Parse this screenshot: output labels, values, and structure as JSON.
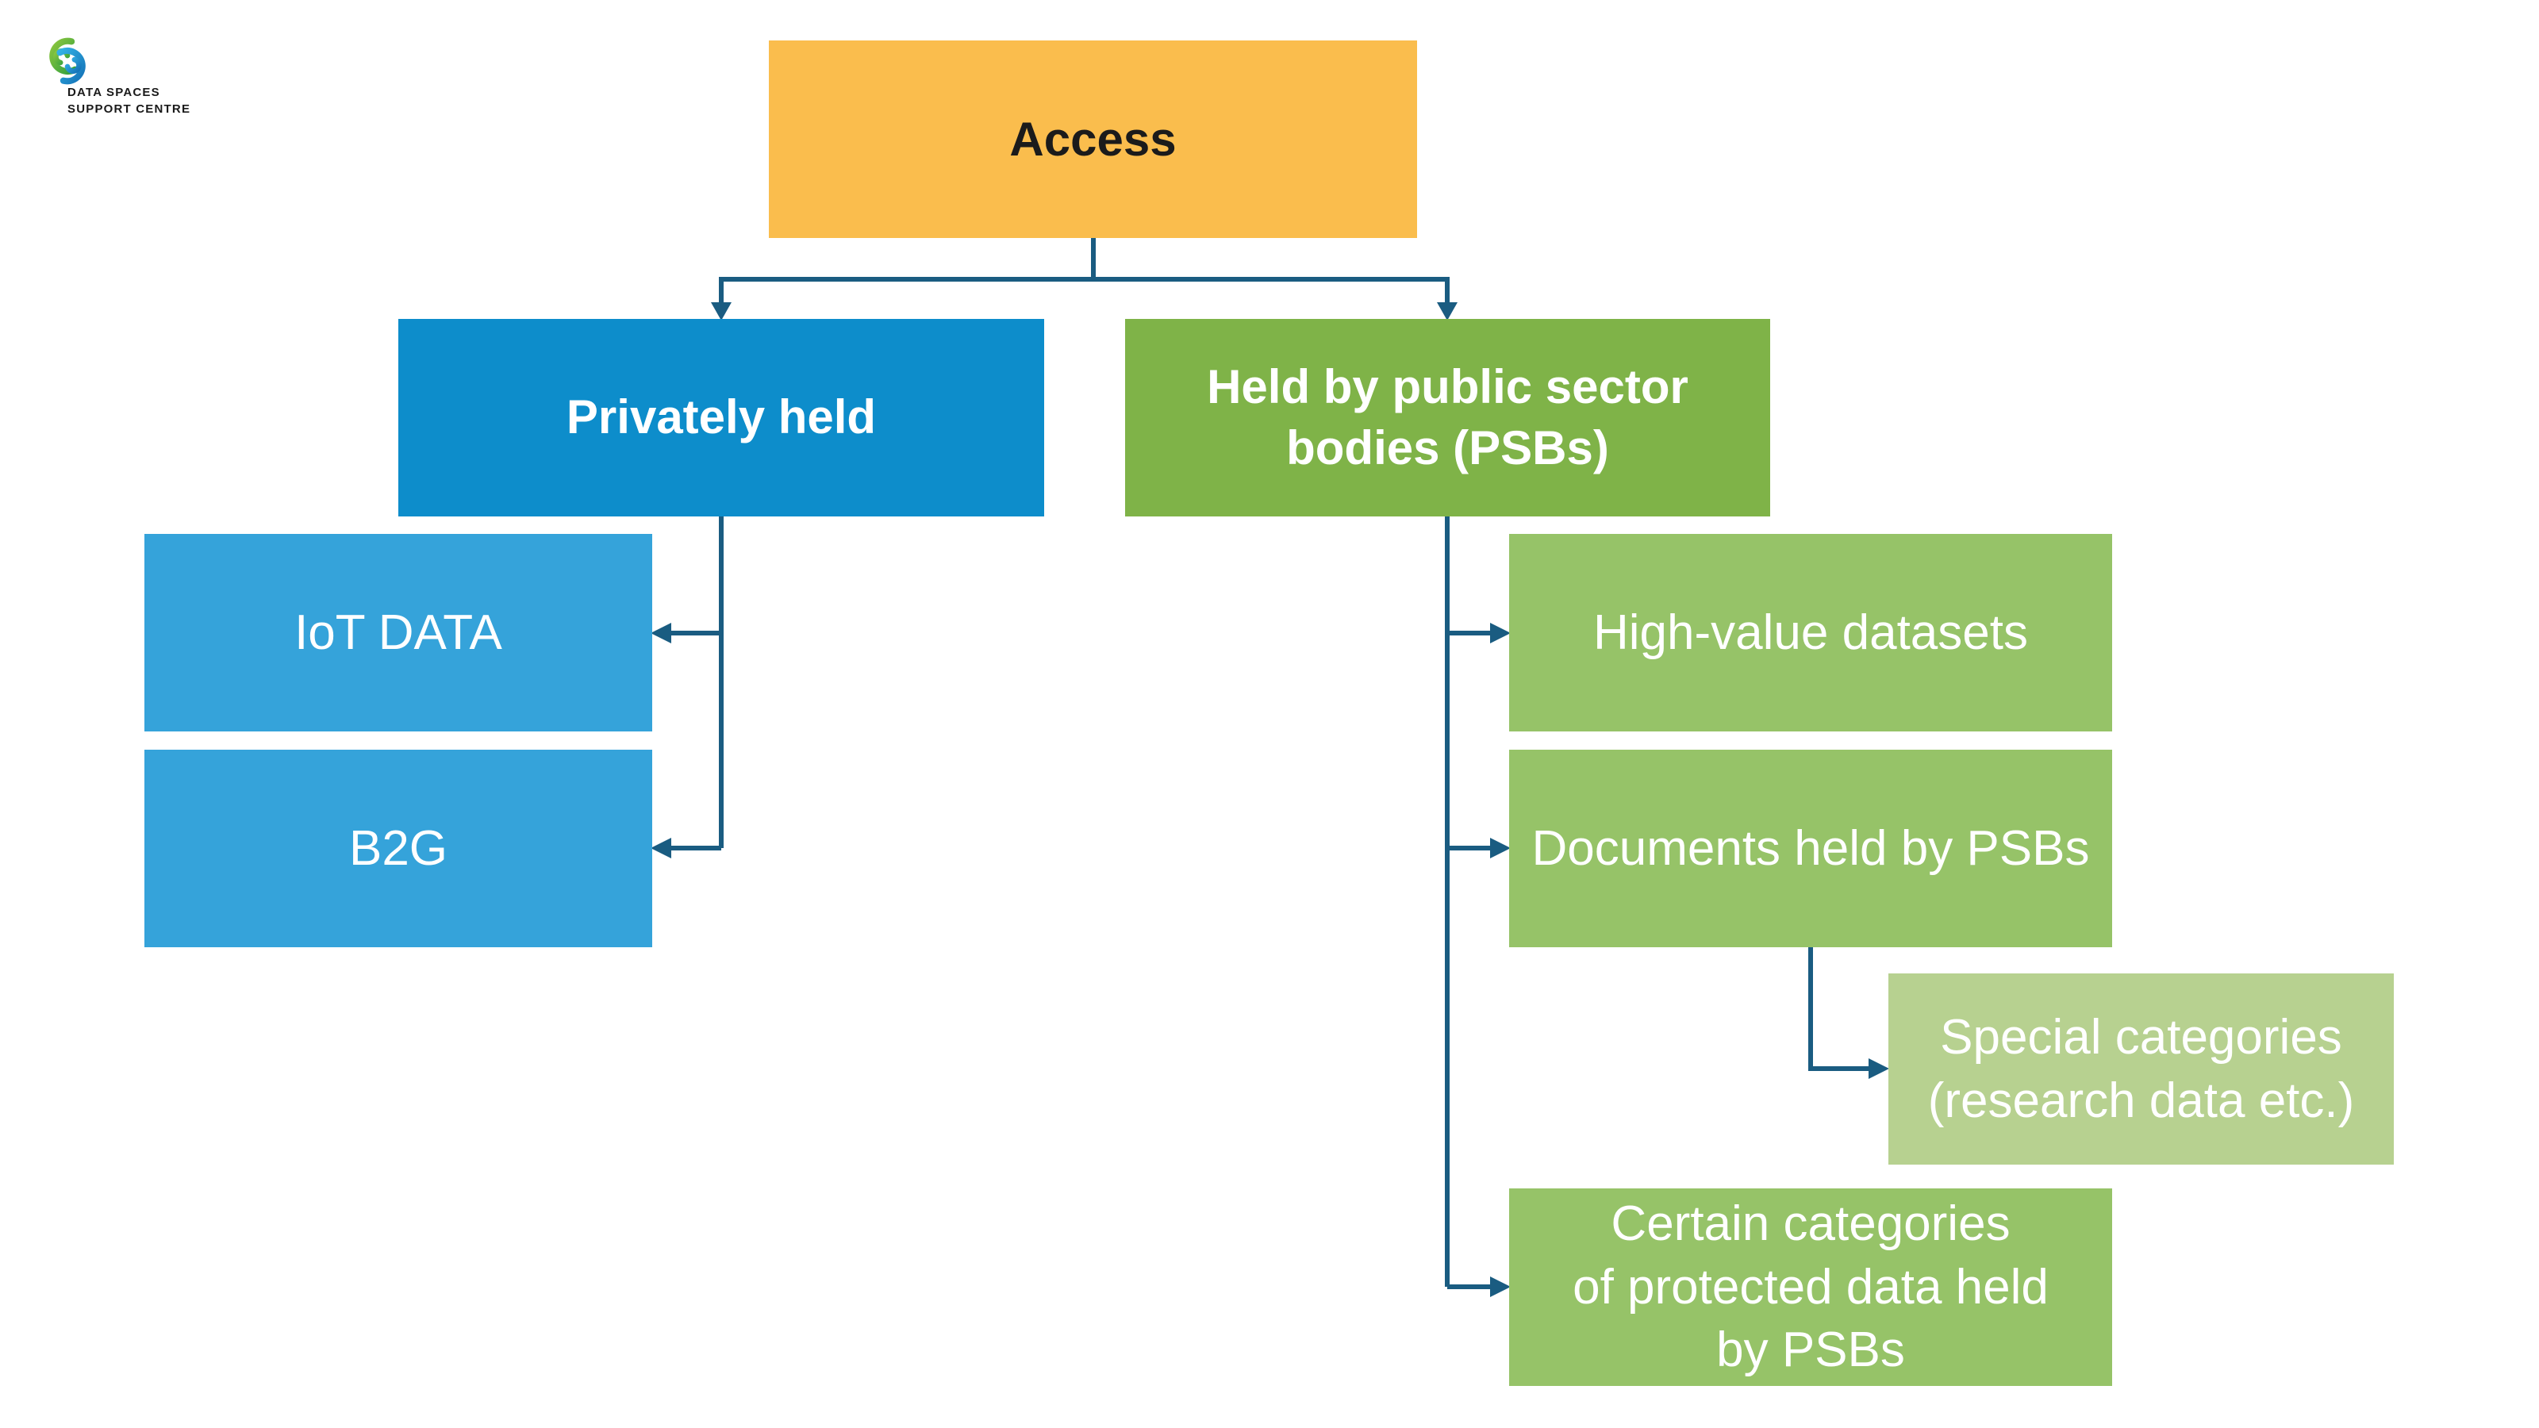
{
  "logo": {
    "icon": "dssc-swirl-logo",
    "line1": "DATA SPACES",
    "line2": "SUPPORT CENTRE"
  },
  "diagram": {
    "root": {
      "label": "Access"
    },
    "branches": [
      {
        "label": "Privately held",
        "children": [
          {
            "label": "IoT DATA"
          },
          {
            "label": "B2G"
          }
        ]
      },
      {
        "label": "Held by public sector\nbodies (PSBs)",
        "children": [
          {
            "label": "High-value datasets"
          },
          {
            "label": "Documents held by PSBs",
            "children": [
              {
                "label": "Special categories\n(research data etc.)"
              }
            ]
          },
          {
            "label": "Certain categories\nof protected data held\nby PSBs"
          }
        ]
      }
    ]
  },
  "theme": {
    "accent_orange": "#FABD4D",
    "blue_header": "#0D8DCB",
    "blue_child": "#35A3DA",
    "green_header": "#7FB348",
    "green_child": "#96C368",
    "green_light": "#B7D190",
    "connector": "#1A5C81",
    "title_text": "#1B1B1B",
    "node_text": "#FFFFFF",
    "logo_text": "#1A1A1A"
  }
}
